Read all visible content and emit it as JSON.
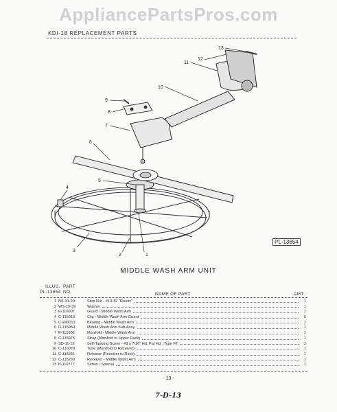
{
  "watermark": "AppliancePartsPros.com",
  "header": "KDI-18 REPLACEMENT PARTS",
  "figure_number": "PL-13654",
  "callouts": [
    "1",
    "2",
    "3",
    "4",
    "5",
    "6",
    "7",
    "8",
    "9",
    "10",
    "11",
    "12",
    "13"
  ],
  "title": "MIDDLE WASH ARM UNIT",
  "table": {
    "col_illus": "ILLUS.",
    "col_no": "NO.",
    "col_part": "PART",
    "col_pl": "PL-13654",
    "col_name": "NAME OF PART",
    "col_amt": "AMT.",
    "rows": [
      {
        "n": "1",
        "part": "NS-31-49",
        "name": "Stop Nut - #10-32 \"Elastic\"",
        "amt": "1"
      },
      {
        "n": "2",
        "part": "WS-19-39",
        "name": "Washer",
        "amt": "1"
      },
      {
        "n": "3",
        "part": "E-116007",
        "name": "Guard - Middle Wash Arm",
        "amt": "1"
      },
      {
        "n": "4",
        "part": "C-115919",
        "name": "Clip - Middle Wash Arm Guard",
        "amt": "6"
      },
      {
        "n": "5",
        "part": "C-240013",
        "name": "Bearing - Middle Wash Arm",
        "amt": "1"
      },
      {
        "n": "6",
        "part": "D-115954",
        "name": "Middle Wash Arm Sub-Assy.",
        "amt": "1"
      },
      {
        "n": "7",
        "part": "E-115902",
        "name": "Manifold - Middle Wash Arm",
        "amt": "1"
      },
      {
        "n": "8",
        "part": "C-115975",
        "name": "Strap (Manifold to Upper Rack)",
        "amt": "1"
      },
      {
        "n": "9",
        "part": "SD-11-19",
        "name": "Self-Tapping Screw - #8 x 7/16\" Hd. Pat Hd., Type F2",
        "amt": "2"
      },
      {
        "n": "10",
        "part": "C-116079",
        "name": "Tube (Manifold to Receiver)",
        "amt": "1"
      },
      {
        "n": "11",
        "part": "C-116261",
        "name": "Retainer (Receiver to Rack)",
        "amt": "1"
      },
      {
        "n": "12",
        "part": "C-116260",
        "name": "Receiver - Middle Wash Arm",
        "amt": "1"
      },
      {
        "n": "13",
        "part": "B-116777",
        "name": "Screw - Special",
        "amt": "1"
      }
    ]
  },
  "page_number": "- 13 -",
  "handwritten_mark": "7-D-13"
}
